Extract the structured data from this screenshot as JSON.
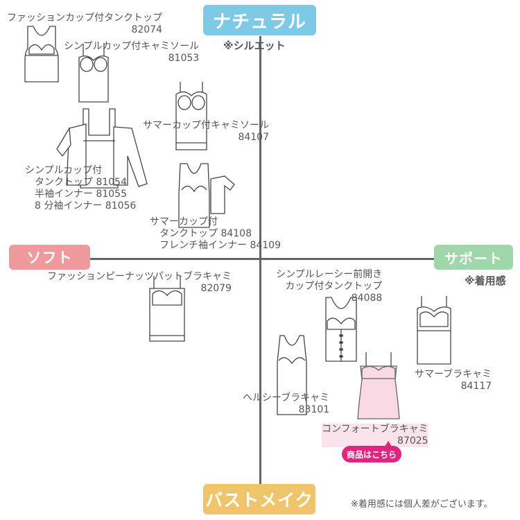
{
  "axes": {
    "top": {
      "label": "ナチュラル",
      "note": "※シルエット",
      "color": "#7ec9e5"
    },
    "left": {
      "label": "ソフト",
      "color": "#ee9a9d"
    },
    "right": {
      "label": "サポート",
      "note": "※着用感",
      "color": "#9fd7aa"
    },
    "bottom": {
      "label": "バストメイク",
      "color": "#f0c46a"
    }
  },
  "products": [
    {
      "name": "ファッションカップ付タンクトップ",
      "code": "82074"
    },
    {
      "name": "シンプルカップ付キャミソール",
      "code": "81053"
    },
    {
      "name": "サマーカップ付キャミソール",
      "code": "84107"
    },
    {
      "lines": [
        "シンプルカップ付",
        "タンクトップ 81054",
        "半袖インナー 81055",
        "8 分袖インナー 81056"
      ]
    },
    {
      "lines": [
        "サマーカップ付",
        "タンクトップ 84108",
        "フレンチ袖インナー 84109"
      ]
    },
    {
      "name": "ファッションピーナッツパットブラキャミ",
      "code": "82079"
    },
    {
      "lines": [
        "シンプルレーシー前開き",
        "カップ付タンクトップ"
      ],
      "code": "84088"
    },
    {
      "name": "サマーブラキャミ",
      "code": "84117"
    },
    {
      "name": "ヘルシーブラキャミ",
      "code": "83101"
    },
    {
      "name": "コンフォートブラキャミ",
      "code": "87025"
    }
  ],
  "badge": {
    "label": "商品はこちら",
    "color": "#e0247f"
  },
  "footer": "※着用感には個人差がございます。"
}
